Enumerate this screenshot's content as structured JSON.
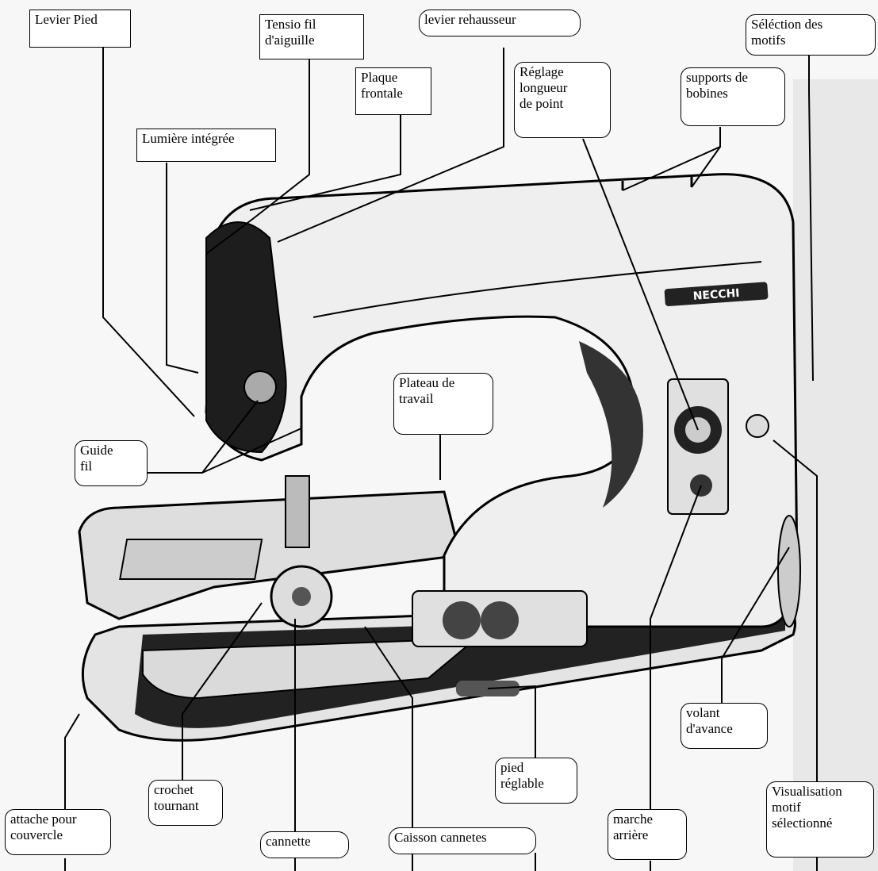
{
  "brand": "NECCHI",
  "colors": {
    "ink": "#000000",
    "paper": "#ffffff",
    "shade": "#e7e7e7",
    "dark": "#1e1e1e"
  },
  "labels": {
    "levier_pied": "Levier Pied",
    "tension_fil": [
      "Tensio  fil",
      "d'aiguille"
    ],
    "levier_rehausseur": "levier rehausseur",
    "selection_motifs": [
      "Séléction des",
      "motifs"
    ],
    "plaque_frontale": [
      "Plaque",
      "frontale"
    ],
    "reglage_longueur": [
      "Réglage",
      "longueur",
      "de point"
    ],
    "supports_bobines": [
      "supports de",
      "bobines"
    ],
    "lumiere_integree": "Lumière intégrée",
    "plateau_travail": [
      "Plateau de",
      "travail"
    ],
    "guide_fil": [
      "Guide",
      "fil"
    ],
    "volant_avance": [
      "volant",
      "d'avance"
    ],
    "pied_reglable": [
      "pied",
      "réglable"
    ],
    "crochet_tournant": [
      "crochet",
      "tournant"
    ],
    "attache_couvercle": [
      "attache pour",
      "couvercle"
    ],
    "cannette": "cannette",
    "caisson_cannetes": "Caisson cannetes",
    "marche_arriere": [
      "marche",
      "arrière"
    ],
    "visualisation_motif": [
      "Visualisation",
      "motif",
      "sélectionné"
    ]
  }
}
